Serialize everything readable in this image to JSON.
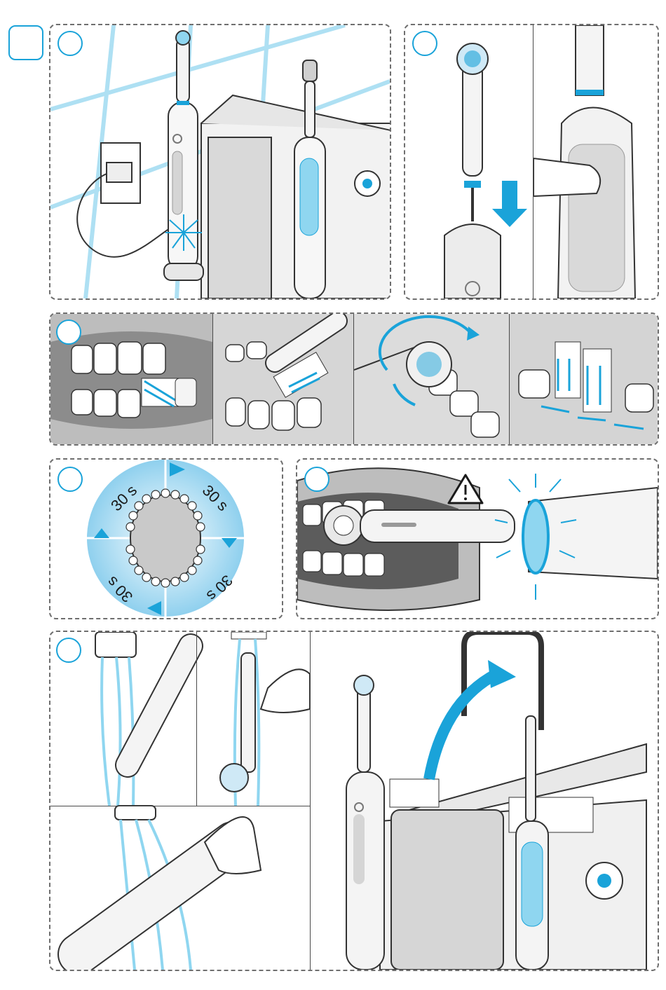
{
  "step_markers": {
    "count": 6
  },
  "timer": {
    "quadrant_labels": [
      "30 s",
      "30 s",
      "30 s",
      "30 s"
    ]
  },
  "icons": {
    "warning": "warning-triangle-icon",
    "insert_arrow": "down-arrow-icon",
    "power_button": "power-icon"
  },
  "colors": {
    "accent": "#1aa3d9",
    "panel_border": "#6f6f6f",
    "illustration_gray": "#bfbfbf"
  }
}
